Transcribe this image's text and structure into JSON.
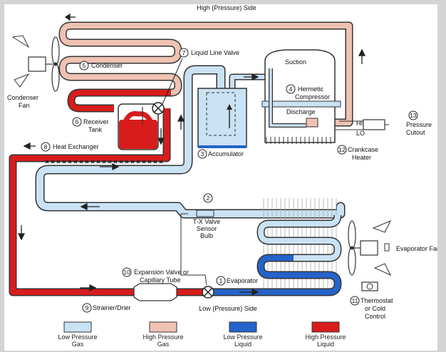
{
  "colors": {
    "low_pressure_gas": "#c9e2f4",
    "high_pressure_gas": "#efc2b2",
    "low_pressure_liquid": "#2563c9",
    "high_pressure_liquid": "#d81c1c",
    "outline": "#333333"
  },
  "top_label": "High (Pressure) Side",
  "bottom_label": "Low (Pressure) Side",
  "components": {
    "condenser": {
      "number": "5",
      "label": "Condenser"
    },
    "condenser_fan": {
      "label_line1": "Condenser",
      "label_line2": "Fan",
      "icon": "fan-icon"
    },
    "receiver_tank": {
      "number": "6",
      "label_line1": "Receiver",
      "label_line2": "Tank"
    },
    "liquid_line_valve": {
      "number": "7",
      "label": "Liquid Line Valve"
    },
    "accumulator": {
      "number": "3",
      "label": "Accumulator"
    },
    "compressor": {
      "number": "4",
      "label_line1": "Hermetic",
      "label_line2": "Compressor",
      "suction": "Suction",
      "discharge": "Discharge"
    },
    "pressure_cutout": {
      "number": "13",
      "label_line1": "Pressure",
      "label_line2": "Cutout",
      "hi": "HI",
      "lo": "LO"
    },
    "crankcase_heater": {
      "number": "12",
      "label_line1": "Crankcase",
      "label_line2": "Heater"
    },
    "heat_exchanger": {
      "number": "8",
      "label": "Heat Exchanger"
    },
    "sensor_bulb": {
      "number": "2",
      "label_line1": "T-X Valve",
      "label_line2": "Sensor",
      "label_line3": "Bulb"
    },
    "evaporator_fan": {
      "label": "Evaporator Fan",
      "icon": "fan-icon"
    },
    "expansion_valve": {
      "number": "10",
      "label_line1": "Expansion Valve or",
      "label_line2": "Capillary Tube"
    },
    "evaporator": {
      "number": "1",
      "label": "Evaporator"
    },
    "strainer": {
      "number": "9",
      "label": "Strainer/Drier"
    },
    "thermostat": {
      "number": "11",
      "label_line1": "Thermostat",
      "label_line2": "or Cold",
      "label_line3": "Control"
    }
  },
  "legend": [
    {
      "label_line1": "Low Pressure",
      "label_line2": "Gas",
      "color": "#c9e2f4"
    },
    {
      "label_line1": "High Pressure",
      "label_line2": "Gas",
      "color": "#efc2b2"
    },
    {
      "label_line1": "Low Pressure",
      "label_line2": "Liquid",
      "color": "#2563c9"
    },
    {
      "label_line1": "High Pressure",
      "label_line2": "Liquid",
      "color": "#d81c1c"
    }
  ]
}
